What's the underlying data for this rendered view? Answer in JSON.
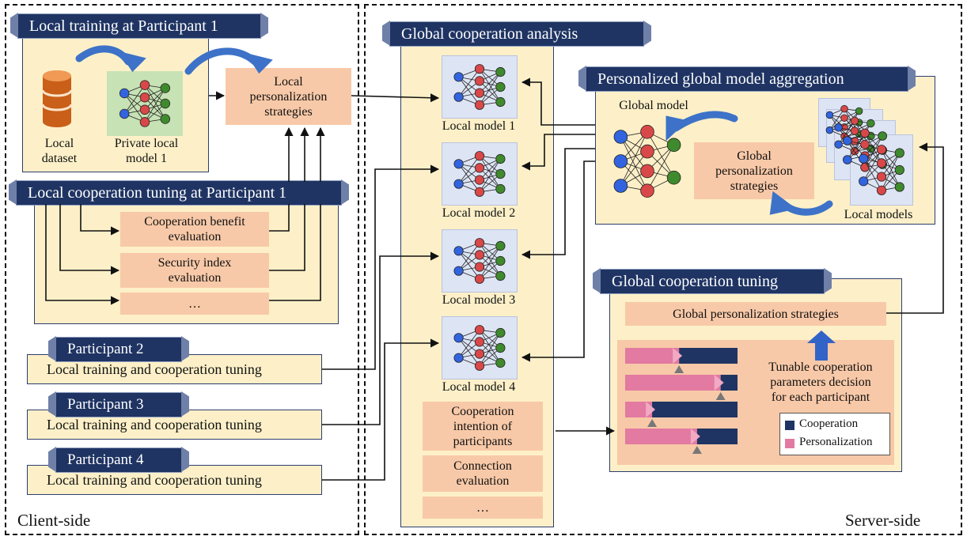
{
  "client_side_label": "Client-side",
  "server_side_label": "Server-side",
  "local_training": {
    "title": "Local training at Participant 1",
    "dataset_label": "Local\ndataset",
    "private_model_label": "Private local\nmodel 1",
    "strategies_label": "Local\npersonalization\nstrategies"
  },
  "local_tuning": {
    "title": "Local cooperation tuning at Participant 1",
    "items": [
      "Cooperation benefit\nevaluation",
      "Security index\nevaluation",
      "…"
    ]
  },
  "participants": [
    {
      "name": "Participant 2",
      "desc": "Local training and cooperation tuning"
    },
    {
      "name": "Participant 3",
      "desc": "Local training and cooperation tuning"
    },
    {
      "name": "Participant 4",
      "desc": "Local training and cooperation tuning"
    }
  ],
  "global_analysis": {
    "title": "Global cooperation analysis",
    "models": [
      "Local model 1",
      "Local model 2",
      "Local model 3",
      "Local model 4"
    ],
    "items": [
      "Cooperation\nintention of\nparticipants",
      "Connection\nevaluation",
      "…"
    ]
  },
  "aggregation": {
    "title": "Personalized global model aggregation",
    "global_model_label": "Global model",
    "strategies_label": "Global\npersonalization\nstrategies",
    "local_models_label": "Local models"
  },
  "global_tuning": {
    "title": "Global cooperation tuning",
    "strategies_label": "Global personalization strategies",
    "decision_label": "Tunable cooperation\nparameters decision\nfor each participant",
    "legend": [
      {
        "label": "Cooperation",
        "color": "#1f3463"
      },
      {
        "label": "Personalization",
        "color": "#e27aa1"
      }
    ],
    "bars": [
      {
        "personalization": 0.48
      },
      {
        "personalization": 0.85
      },
      {
        "personalization": 0.24
      },
      {
        "personalization": 0.64
      }
    ]
  },
  "colors": {
    "banner": "#1f3463",
    "panel": "#fdf0c8",
    "box": "#f8c9a8",
    "node_blue": "#3264e0",
    "node_red": "#d94848",
    "node_green": "#3f8a2d",
    "arrow_blue": "#3d72c8"
  }
}
